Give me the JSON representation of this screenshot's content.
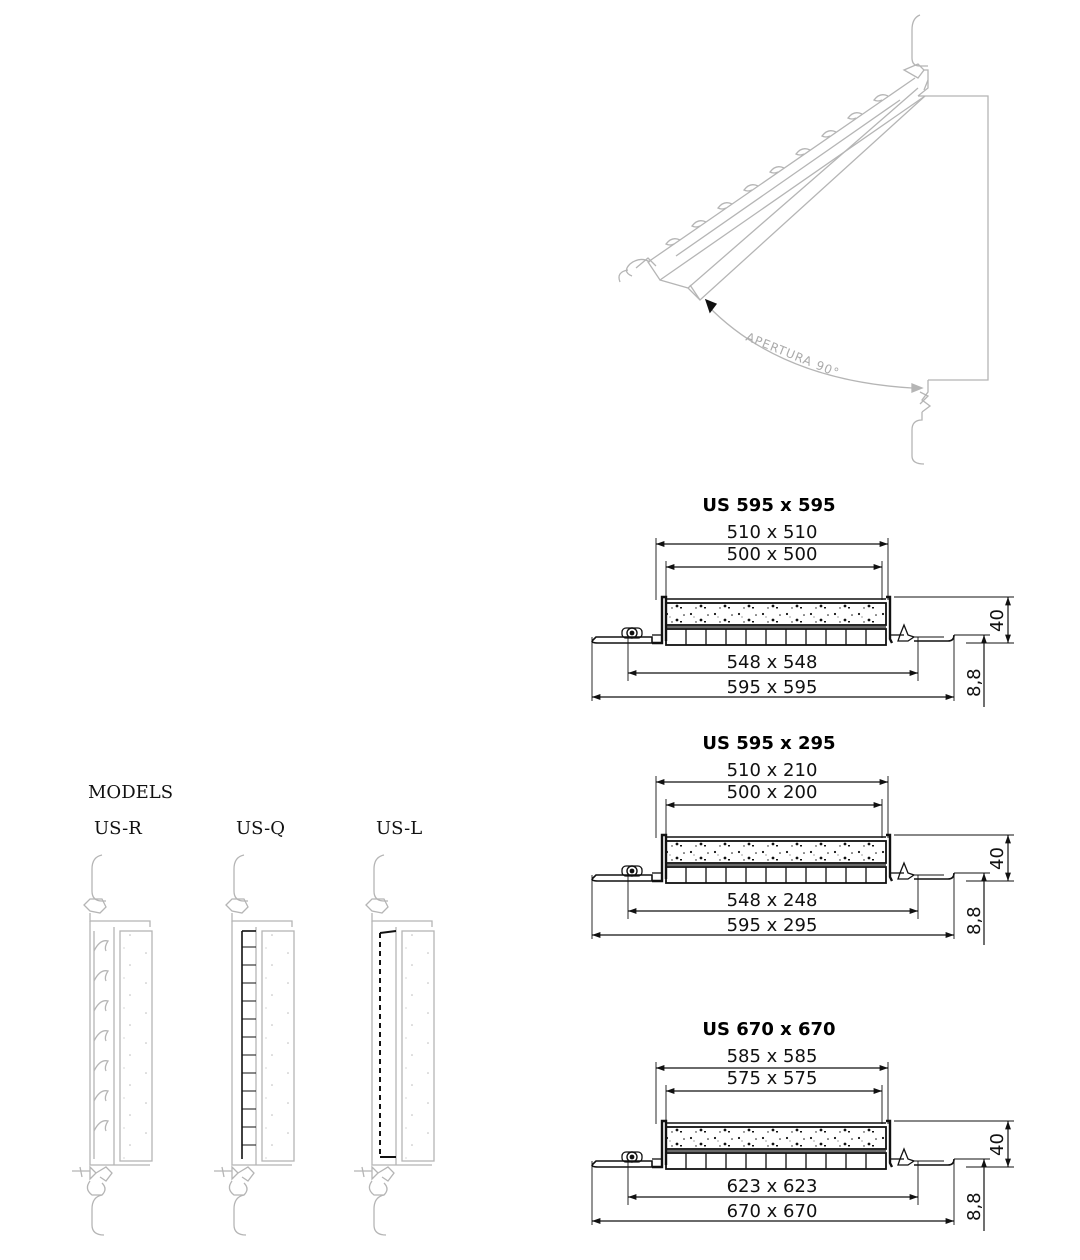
{
  "opening_label": "APERTURA 90°",
  "models": {
    "heading": "MODELS",
    "items": [
      {
        "label": "US-R",
        "kind": "R"
      },
      {
        "label": "US-Q",
        "kind": "Q"
      },
      {
        "label": "US-L",
        "kind": "L"
      }
    ]
  },
  "sections": [
    {
      "title": "US 595 x 595",
      "inner_outer": "510 x 510",
      "inner": "500 x 500",
      "frame_inner": "548 x 548",
      "frame_outer": "595 x 595",
      "height": "40",
      "flange": "8,8"
    },
    {
      "title": "US 595 x 295",
      "inner_outer": "510 x 210",
      "inner": "500 x 200",
      "frame_inner": "548 x 248",
      "frame_outer": "595 x 295",
      "height": "40",
      "flange": "8,8"
    },
    {
      "title": "US 670 x 670",
      "inner_outer": "585 x 585",
      "inner": "575 x 575",
      "frame_inner": "623 x 623",
      "frame_outer": "670 x 670",
      "height": "40",
      "flange": "8,8"
    }
  ],
  "colors": {
    "line": "#111111",
    "light_line": "#b5b5b5"
  }
}
